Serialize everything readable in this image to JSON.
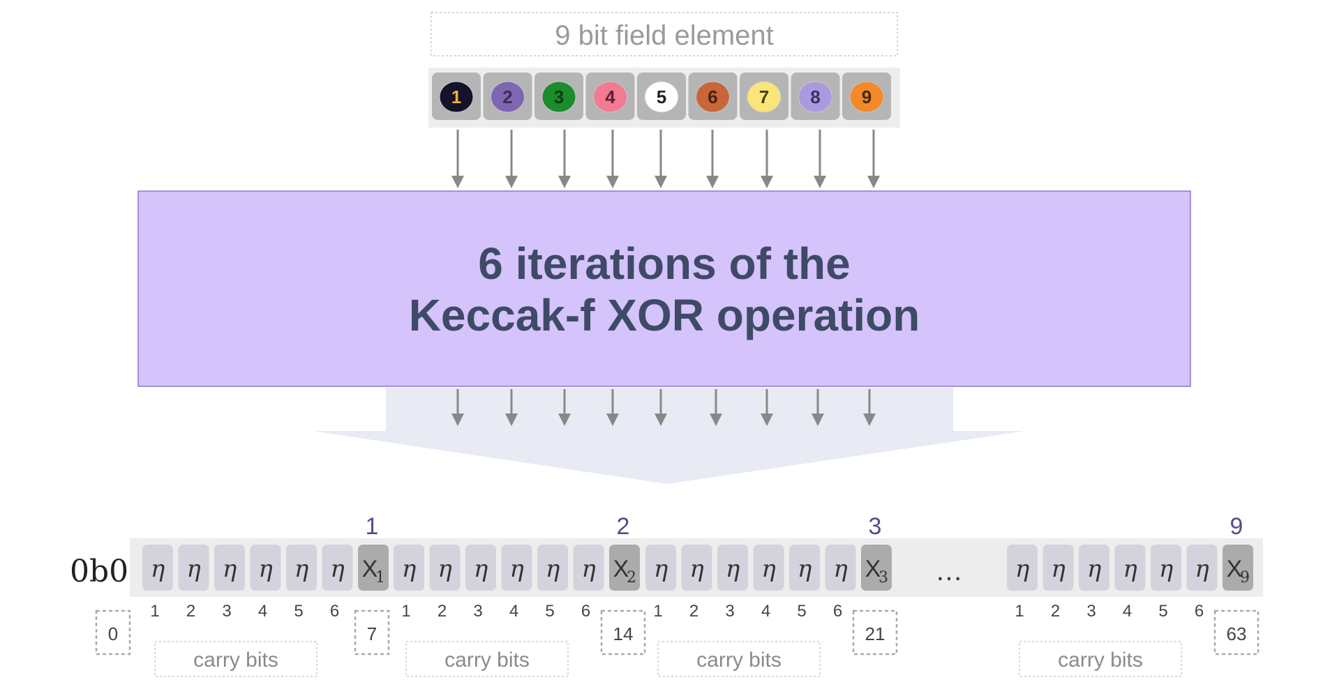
{
  "title": "9 bit field element",
  "operation": {
    "line1": "6 iterations of the",
    "line2": "Keccak-f XOR operation"
  },
  "bits": [
    {
      "label": "1",
      "color": "#15132a",
      "text_color": "#f2b233"
    },
    {
      "label": "2",
      "color": "#7f66b0",
      "text_color": "#3a2e5a"
    },
    {
      "label": "3",
      "color": "#1a8c2a",
      "text_color": "#103a14"
    },
    {
      "label": "4",
      "color": "#f07b93",
      "text_color": "#5a2230"
    },
    {
      "label": "5",
      "color": "#ffffff",
      "text_color": "#222222"
    },
    {
      "label": "6",
      "color": "#c8663a",
      "text_color": "#4a2210"
    },
    {
      "label": "7",
      "color": "#f9e57a",
      "text_color": "#4a4010"
    },
    {
      "label": "8",
      "color": "#a99ae0",
      "text_color": "#3a3060"
    },
    {
      "label": "9",
      "color": "#f28a2a",
      "text_color": "#4a2808"
    }
  ],
  "colors": {
    "operation_box": "#d4c4fb",
    "operation_border": "#8a7ad0",
    "funnel": "#e8ebf4",
    "strip": "#ededed",
    "eta_cell": "#d3d3dd",
    "x_cell": "#ababab",
    "bit_cell": "#b5b5b5",
    "arrow": "#888888"
  },
  "output": {
    "prefix": "0b0",
    "eta_symbol": "η",
    "x_symbol": "X",
    "ellipsis": "…",
    "groups": [
      {
        "top_label": "1",
        "x_subscript": "1",
        "start_pos": "0",
        "end_pos": "7"
      },
      {
        "top_label": "2",
        "x_subscript": "2",
        "end_pos": "14"
      },
      {
        "top_label": "3",
        "x_subscript": "3",
        "end_pos": "21"
      },
      {
        "top_label": "9",
        "x_subscript": "9",
        "end_pos": "63"
      }
    ],
    "carry_indices": [
      "1",
      "2",
      "3",
      "4",
      "5",
      "6"
    ],
    "carry_label": "carry bits"
  }
}
